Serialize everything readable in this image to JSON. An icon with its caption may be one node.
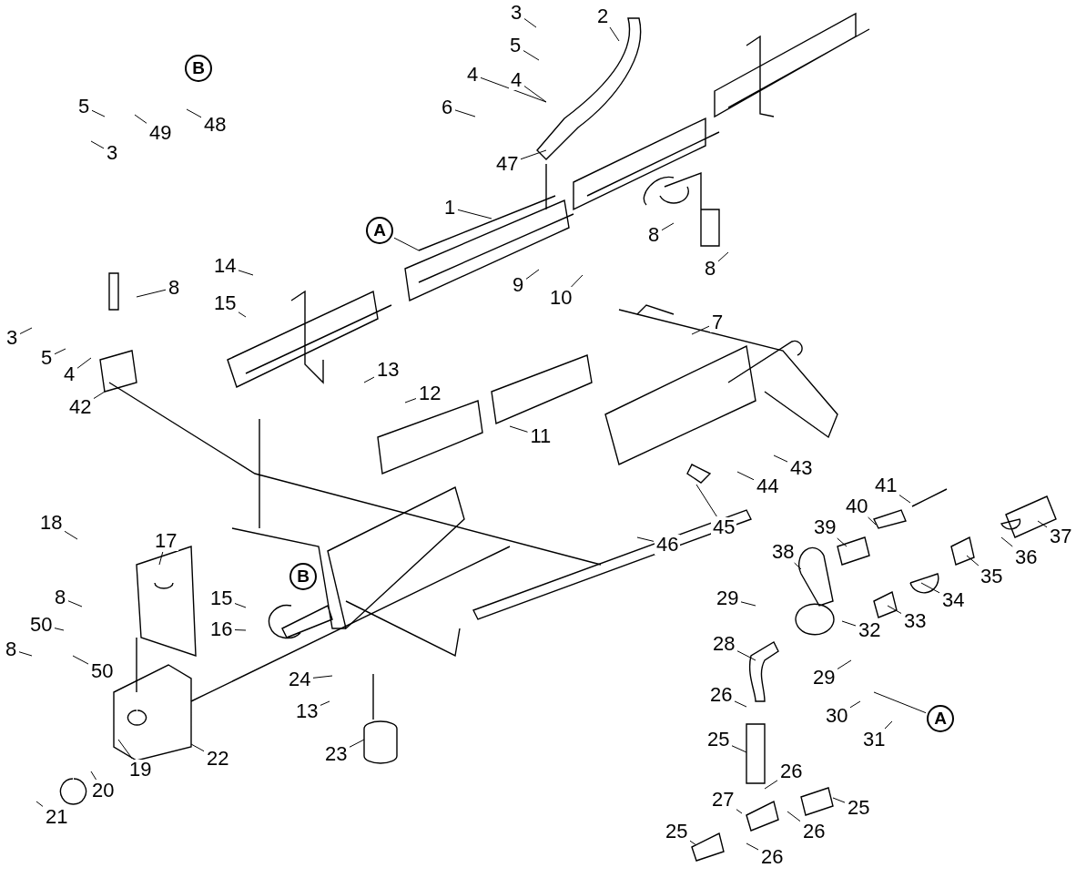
{
  "diagram": {
    "nodes": [
      {
        "text": [
          "3"
        ]
      },
      {
        "text": [
          "2"
        ]
      },
      {
        "text": [
          "5"
        ]
      },
      {
        "text": [
          "B"
        ]
      },
      {
        "text": [
          "4"
        ]
      },
      {
        "text": [
          "4"
        ]
      },
      {
        "text": [
          "6"
        ]
      },
      {
        "text": [
          "5"
        ]
      },
      {
        "text": [
          "48"
        ]
      },
      {
        "text": [
          "49"
        ]
      },
      {
        "text": [
          "3"
        ]
      },
      {
        "text": [
          "47"
        ]
      },
      {
        "text": [
          "1"
        ]
      },
      {
        "text": [
          "A"
        ]
      },
      {
        "text": [
          "8"
        ]
      },
      {
        "text": [
          "14"
        ]
      },
      {
        "text": [
          "8"
        ]
      },
      {
        "text": [
          "9"
        ]
      },
      {
        "text": [
          "8"
        ]
      },
      {
        "text": [
          "10"
        ]
      },
      {
        "text": [
          "15"
        ]
      },
      {
        "text": [
          "7"
        ]
      },
      {
        "text": [
          "3"
        ]
      },
      {
        "text": [
          "5"
        ]
      },
      {
        "text": [
          "4"
        ]
      },
      {
        "text": [
          "13"
        ]
      },
      {
        "text": [
          "12"
        ]
      },
      {
        "text": [
          "42"
        ]
      },
      {
        "text": [
          "11"
        ]
      },
      {
        "text": [
          "43"
        ]
      },
      {
        "text": [
          "41"
        ]
      },
      {
        "text": [
          "44"
        ]
      },
      {
        "text": [
          "40"
        ]
      },
      {
        "text": [
          "18"
        ]
      },
      {
        "text": [
          "39"
        ]
      },
      {
        "text": [
          "45"
        ]
      },
      {
        "text": [
          "37"
        ]
      },
      {
        "text": [
          "17"
        ]
      },
      {
        "text": [
          "46"
        ]
      },
      {
        "text": [
          "38"
        ]
      },
      {
        "text": [
          "36"
        ]
      },
      {
        "text": [
          "35"
        ]
      },
      {
        "text": [
          "B"
        ]
      },
      {
        "text": [
          "29"
        ]
      },
      {
        "text": [
          "8"
        ]
      },
      {
        "text": [
          "15"
        ]
      },
      {
        "text": [
          "34"
        ]
      },
      {
        "text": [
          "33"
        ]
      },
      {
        "text": [
          "50"
        ]
      },
      {
        "text": [
          "16"
        ]
      },
      {
        "text": [
          "32"
        ]
      },
      {
        "text": [
          "28"
        ]
      },
      {
        "text": [
          "8"
        ]
      },
      {
        "text": [
          "50"
        ]
      },
      {
        "text": [
          "29"
        ]
      },
      {
        "text": [
          "24"
        ]
      },
      {
        "text": [
          "26"
        ]
      },
      {
        "text": [
          "13"
        ]
      },
      {
        "text": [
          "30"
        ]
      },
      {
        "text": [
          "A"
        ]
      },
      {
        "text": [
          "31"
        ]
      },
      {
        "text": [
          "25"
        ]
      },
      {
        "text": [
          "23"
        ]
      },
      {
        "text": [
          "22"
        ]
      },
      {
        "text": [
          "19"
        ]
      },
      {
        "text": [
          "26"
        ]
      },
      {
        "text": [
          "20"
        ]
      },
      {
        "text": [
          "27"
        ]
      },
      {
        "text": [
          "25"
        ]
      },
      {
        "text": [
          "21"
        ]
      },
      {
        "text": [
          "26"
        ]
      },
      {
        "text": [
          "25"
        ]
      },
      {
        "text": [
          "26"
        ]
      }
    ],
    "edges": [
      {
        "from": 0,
        "to": null,
        "arrow": "none"
      },
      {
        "from": 1,
        "to": null,
        "arrow": "none"
      },
      {
        "from": 2,
        "to": null,
        "arrow": "none"
      },
      {
        "from": 4,
        "to": null,
        "arrow": "none"
      },
      {
        "from": 5,
        "to": null,
        "arrow": "none"
      },
      {
        "from": 6,
        "to": null,
        "arrow": "none"
      },
      {
        "from": 7,
        "to": null,
        "arrow": "none"
      },
      {
        "from": 8,
        "to": null,
        "arrow": "none"
      },
      {
        "from": 9,
        "to": null,
        "arrow": "none"
      },
      {
        "from": 10,
        "to": null,
        "arrow": "none"
      },
      {
        "from": 11,
        "to": null,
        "arrow": "none"
      },
      {
        "from": 12,
        "to": null,
        "arrow": "none"
      },
      {
        "from": 13,
        "to": null,
        "arrow": "none"
      },
      {
        "from": 14,
        "to": null,
        "arrow": "none"
      },
      {
        "from": 15,
        "to": null,
        "arrow": "none"
      },
      {
        "from": 16,
        "to": null,
        "arrow": "none"
      },
      {
        "from": 17,
        "to": null,
        "arrow": "none"
      },
      {
        "from": 18,
        "to": null,
        "arrow": "none"
      },
      {
        "from": 19,
        "to": null,
        "arrow": "none"
      },
      {
        "from": 20,
        "to": null,
        "arrow": "none"
      },
      {
        "from": 21,
        "to": null,
        "arrow": "none"
      },
      {
        "from": 22,
        "to": null,
        "arrow": "none"
      },
      {
        "from": 23,
        "to": null,
        "arrow": "none"
      },
      {
        "from": 24,
        "to": null,
        "arrow": "none"
      },
      {
        "from": 25,
        "to": null,
        "arrow": "none"
      },
      {
        "from": 26,
        "to": null,
        "arrow": "none"
      },
      {
        "from": 27,
        "to": null,
        "arrow": "none"
      },
      {
        "from": 28,
        "to": null,
        "arrow": "none"
      },
      {
        "from": 29,
        "to": null,
        "arrow": "none"
      },
      {
        "from": 30,
        "to": null,
        "arrow": "none"
      },
      {
        "from": 31,
        "to": null,
        "arrow": "none"
      },
      {
        "from": 32,
        "to": null,
        "arrow": "none"
      },
      {
        "from": 33,
        "to": null,
        "arrow": "none"
      },
      {
        "from": 34,
        "to": null,
        "arrow": "none"
      },
      {
        "from": 35,
        "to": null,
        "arrow": "none"
      },
      {
        "from": 36,
        "to": null,
        "arrow": "none"
      },
      {
        "from": 37,
        "to": null,
        "arrow": "none"
      },
      {
        "from": 38,
        "to": null,
        "arrow": "none"
      },
      {
        "from": 39,
        "to": null,
        "arrow": "none"
      },
      {
        "from": 40,
        "to": null,
        "arrow": "none"
      },
      {
        "from": 41,
        "to": null,
        "arrow": "none"
      },
      {
        "from": 43,
        "to": null,
        "arrow": "none"
      },
      {
        "from": 44,
        "to": null,
        "arrow": "none"
      },
      {
        "from": 45,
        "to": null,
        "arrow": "none"
      },
      {
        "from": 46,
        "to": null,
        "arrow": "none"
      },
      {
        "from": 47,
        "to": null,
        "arrow": "none"
      },
      {
        "from": 48,
        "to": null,
        "arrow": "none"
      },
      {
        "from": 49,
        "to": null,
        "arrow": "none"
      },
      {
        "from": 50,
        "to": null,
        "arrow": "none"
      },
      {
        "from": 51,
        "to": null,
        "arrow": "none"
      },
      {
        "from": 52,
        "to": null,
        "arrow": "none"
      },
      {
        "from": 53,
        "to": null,
        "arrow": "none"
      },
      {
        "from": 54,
        "to": null,
        "arrow": "none"
      },
      {
        "from": 55,
        "to": null,
        "arrow": "none"
      },
      {
        "from": 56,
        "to": null,
        "arrow": "none"
      },
      {
        "from": 57,
        "to": null,
        "arrow": "none"
      },
      {
        "from": 58,
        "to": null,
        "arrow": "none"
      },
      {
        "from": 59,
        "to": null,
        "arrow": "none"
      },
      {
        "from": 60,
        "to": null,
        "arrow": "none"
      },
      {
        "from": 61,
        "to": null,
        "arrow": "none"
      },
      {
        "from": 62,
        "to": null,
        "arrow": "none"
      },
      {
        "from": 63,
        "to": null,
        "arrow": "none"
      },
      {
        "from": 64,
        "to": null,
        "arrow": "none"
      },
      {
        "from": 65,
        "to": null,
        "arrow": "none"
      },
      {
        "from": 66,
        "to": null,
        "arrow": "none"
      },
      {
        "from": 67,
        "to": null,
        "arrow": "none"
      },
      {
        "from": 68,
        "to": null,
        "arrow": "none"
      },
      {
        "from": 69,
        "to": null,
        "arrow": "none"
      },
      {
        "from": 70,
        "to": null,
        "arrow": "none"
      },
      {
        "from": 71,
        "to": null,
        "arrow": "none"
      },
      {
        "from": 72,
        "to": null,
        "arrow": "none"
      }
    ]
  }
}
